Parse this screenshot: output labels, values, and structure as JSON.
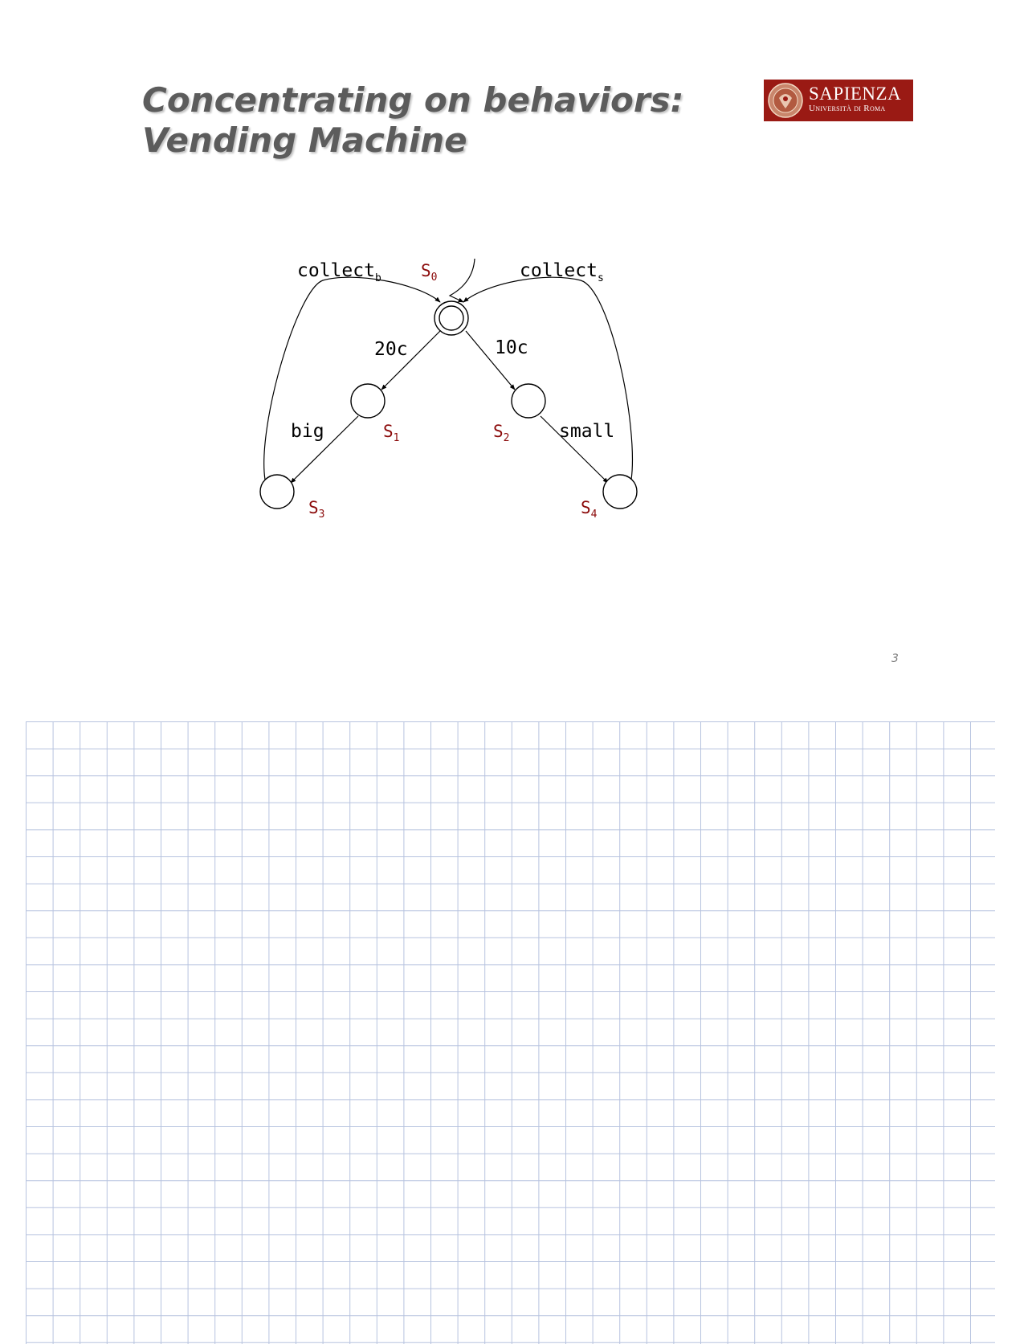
{
  "slide": {
    "title_line1": "Concentrating on behaviors:",
    "title_line2": "Vending Machine",
    "page_number": "3"
  },
  "logo": {
    "name": "SAPIENZA",
    "subtitle": "Università di Roma"
  },
  "diagram": {
    "states": [
      {
        "id": "s0",
        "label": "S",
        "sub": "0",
        "initial": true,
        "double": true
      },
      {
        "id": "s1",
        "label": "S",
        "sub": "1"
      },
      {
        "id": "s2",
        "label": "S",
        "sub": "2"
      },
      {
        "id": "s3",
        "label": "S",
        "sub": "3"
      },
      {
        "id": "s4",
        "label": "S",
        "sub": "4"
      }
    ],
    "transitions": [
      {
        "from": "s0",
        "to": "s1",
        "label": "20c",
        "sub": ""
      },
      {
        "from": "s0",
        "to": "s2",
        "label": "10c",
        "sub": ""
      },
      {
        "from": "s1",
        "to": "s3",
        "label": "big",
        "sub": ""
      },
      {
        "from": "s2",
        "to": "s4",
        "label": "small",
        "sub": ""
      },
      {
        "from": "s3",
        "to": "s0",
        "label": "collect",
        "sub": "b"
      },
      {
        "from": "s4",
        "to": "s0",
        "label": "collect",
        "sub": "s"
      }
    ]
  },
  "colors": {
    "title": "#5c5c5c",
    "state_label": "#8b0a0a",
    "logo_bg": "#9a1a14",
    "grid_line": "#b7c3df"
  }
}
